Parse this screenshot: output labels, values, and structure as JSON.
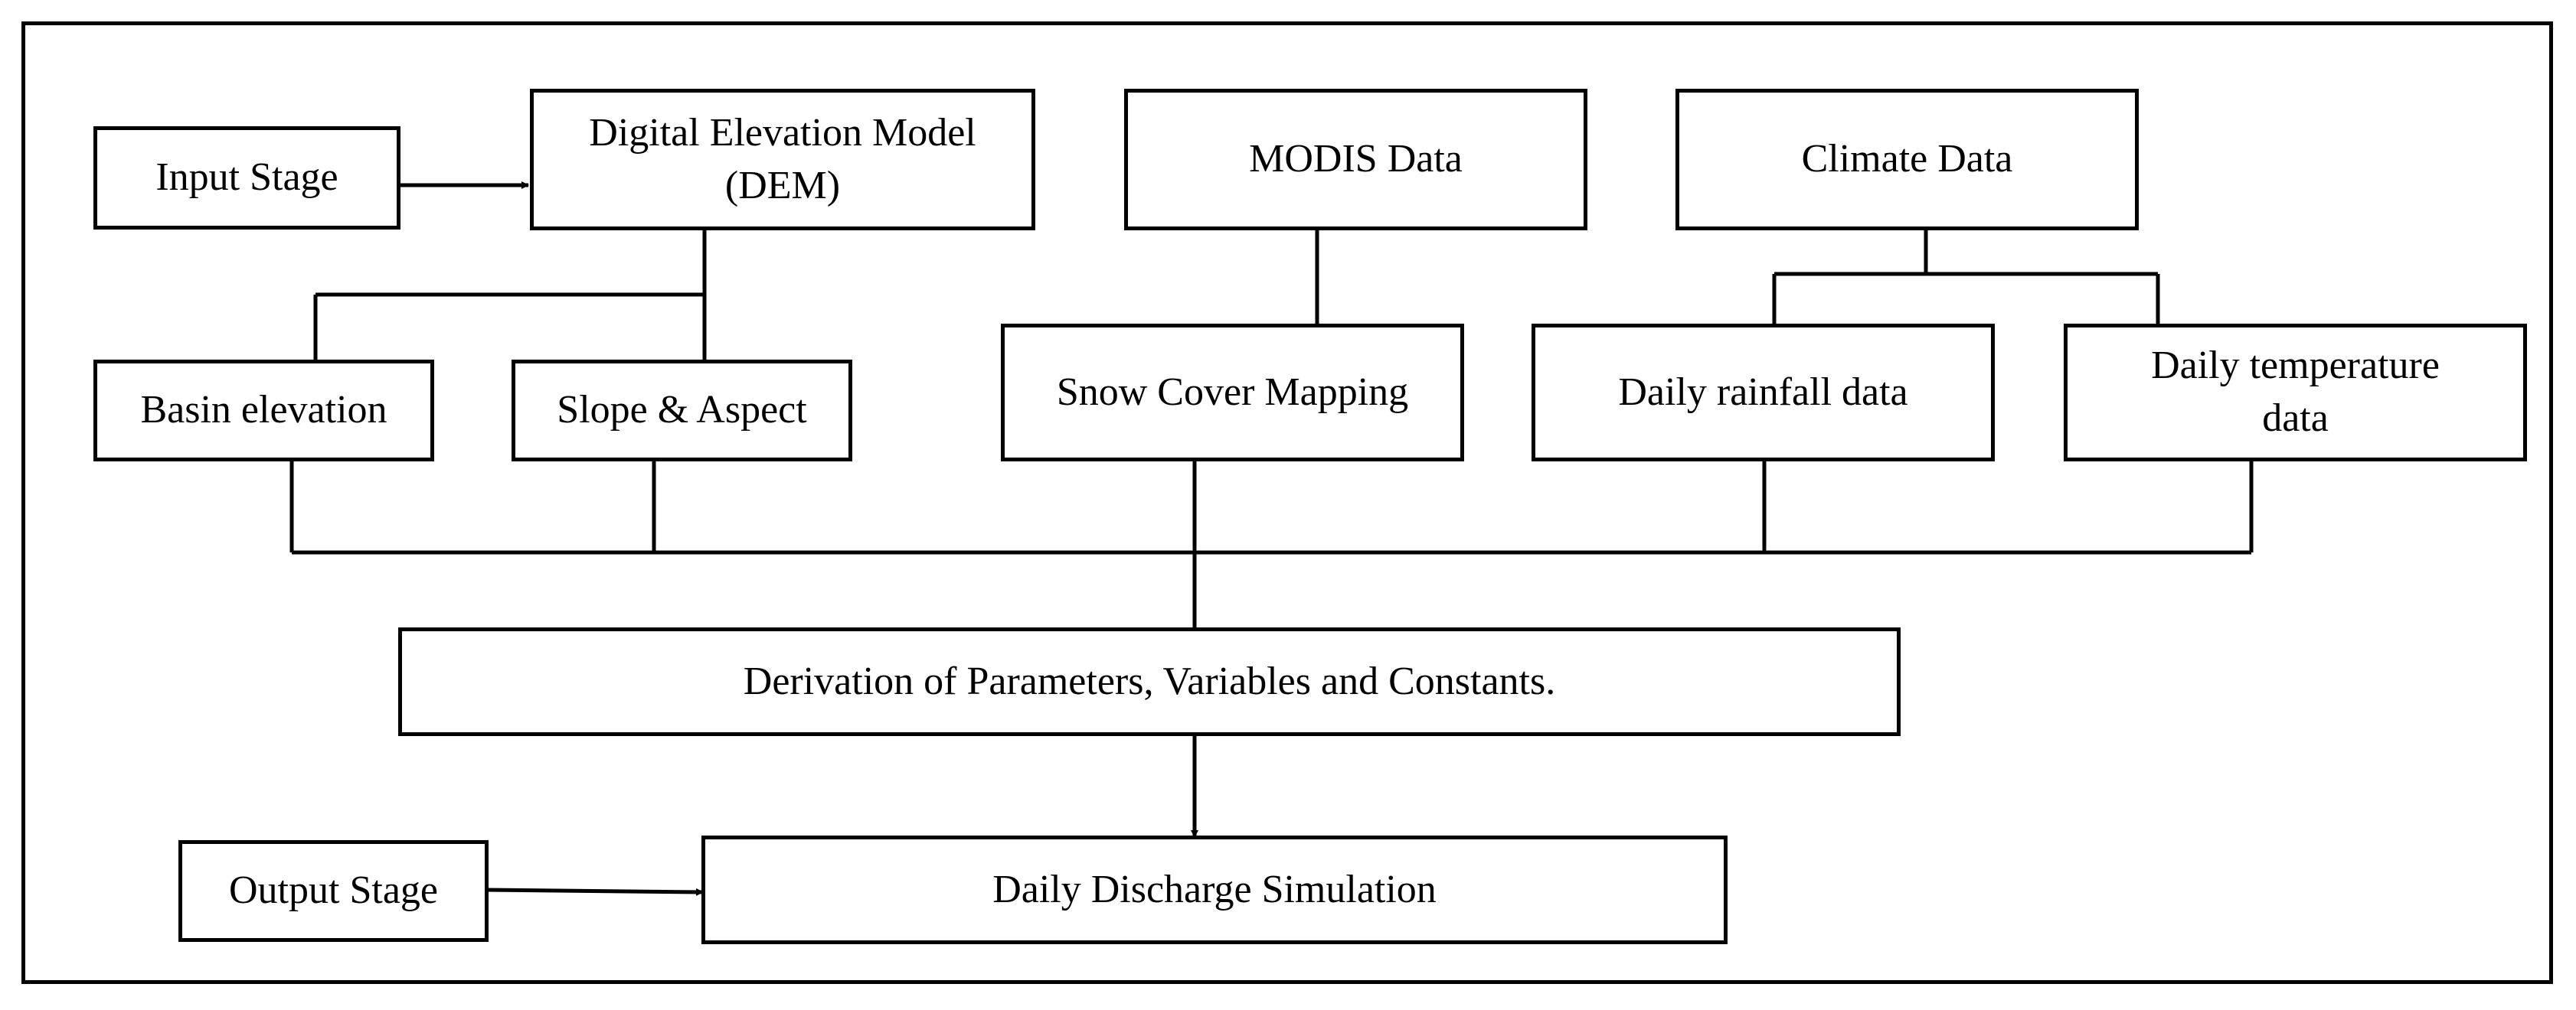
{
  "nodes": {
    "input_stage": "Input Stage",
    "dem": "Digital Elevation Model\n(DEM)",
    "modis": "MODIS Data",
    "climate": "Climate Data",
    "basin_elevation": "Basin elevation",
    "slope_aspect": "Slope & Aspect",
    "snow_cover": "Snow Cover Mapping",
    "daily_rainfall": "Daily rainfall data",
    "daily_temperature": "Daily temperature\ndata",
    "derivation": "Derivation of Parameters, Variables and Constants.",
    "output_stage": "Output Stage",
    "discharge": "Daily Discharge Simulation"
  }
}
